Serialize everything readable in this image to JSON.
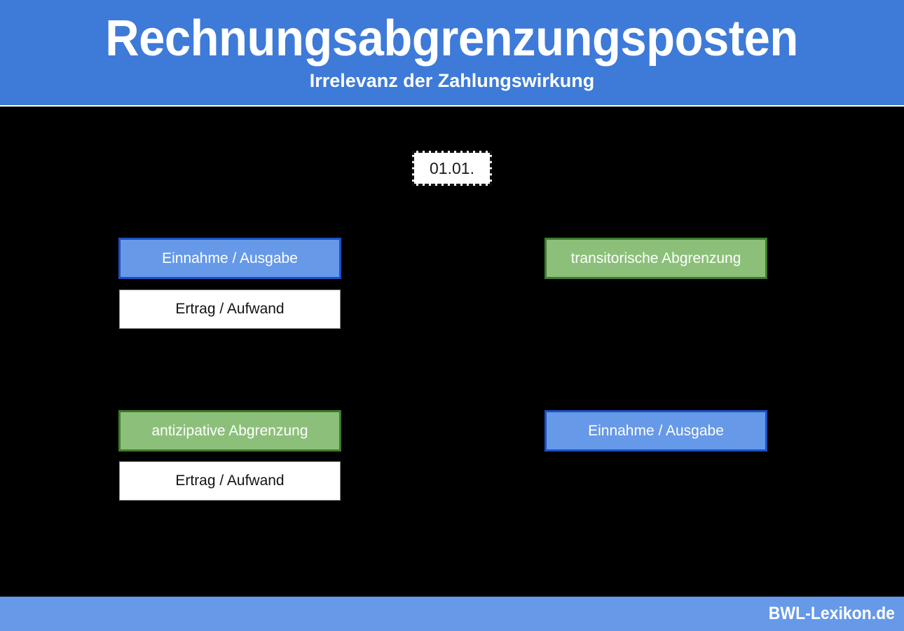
{
  "header": {
    "title": "Rechnungsabgrenzungsposten",
    "subtitle": "Irrelevanz der Zahlungswirkung",
    "background_color": "#3E7AD8",
    "text_color": "#ffffff"
  },
  "diagram": {
    "background_color": "#000000",
    "date_marker": {
      "label": "01.01.",
      "style": "dashed-white-chip"
    },
    "palette": {
      "blue_fill": "#6699E8",
      "blue_border": "#1D4FC4",
      "green_fill": "#8CC07A",
      "green_border": "#3F7B2E",
      "white_fill": "#ffffff",
      "white_border": "#8a8a8a"
    },
    "nodes": [
      {
        "id": "einnahme-ausgabe-top-left",
        "label": "Einnahme / Ausgabe",
        "color": "blue",
        "column": "left",
        "row": "top"
      },
      {
        "id": "ertrag-aufwand-top-left",
        "label": "Ertrag / Aufwand",
        "color": "white",
        "column": "left",
        "row": "top"
      },
      {
        "id": "transitorische-abgrenzung",
        "label": "transitorische Abgrenzung",
        "color": "green",
        "column": "right",
        "row": "top"
      },
      {
        "id": "antizipative-abgrenzung",
        "label": "antizipative Abgrenzung",
        "color": "green",
        "column": "left",
        "row": "bottom"
      },
      {
        "id": "ertrag-aufwand-bottom-left",
        "label": "Ertrag / Aufwand",
        "color": "white",
        "column": "left",
        "row": "bottom"
      },
      {
        "id": "einnahme-ausgabe-bottom-right",
        "label": "Einnahme / Ausgabe",
        "color": "blue",
        "column": "right",
        "row": "bottom"
      }
    ]
  },
  "footer": {
    "brand": "BWL-Lexikon.de",
    "background_color": "#6699E8",
    "text_color": "#ffffff"
  }
}
